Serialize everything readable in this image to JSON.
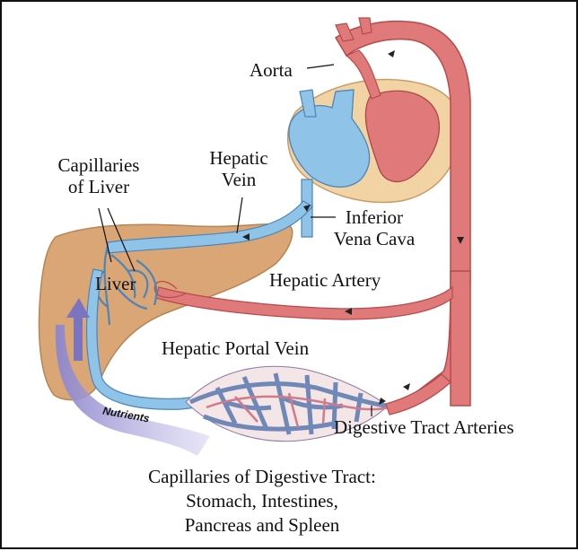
{
  "labels": {
    "aorta": "Aorta",
    "capillaries_of_liver": [
      "Capillaries",
      "of Liver"
    ],
    "hepatic_vein": [
      "Hepatic",
      "Vein"
    ],
    "inferior_vena_cava": [
      "Inferior",
      "Vena Cava"
    ],
    "liver": "Liver",
    "hepatic_artery": "Hepatic Artery",
    "hepatic_portal_vein": "Hepatic Portal Vein",
    "nutrients": "Nutrients",
    "digestive_tract_arteries": "Digestive Tract Arteries",
    "digestive_capillaries": [
      "Capillaries of Digestive Tract:",
      "Stomach, Intestines,",
      "Pancreas and Spleen"
    ]
  },
  "colors": {
    "artery_red": "#e07a7a",
    "artery_outline": "#b84a4a",
    "vein_blue": "#8fc3e8",
    "vein_outline": "#4a86b8",
    "liver_tan": "#dba676",
    "heart_tan": "#f2d3a4",
    "nutrient_arrow": "#8a84c8"
  }
}
